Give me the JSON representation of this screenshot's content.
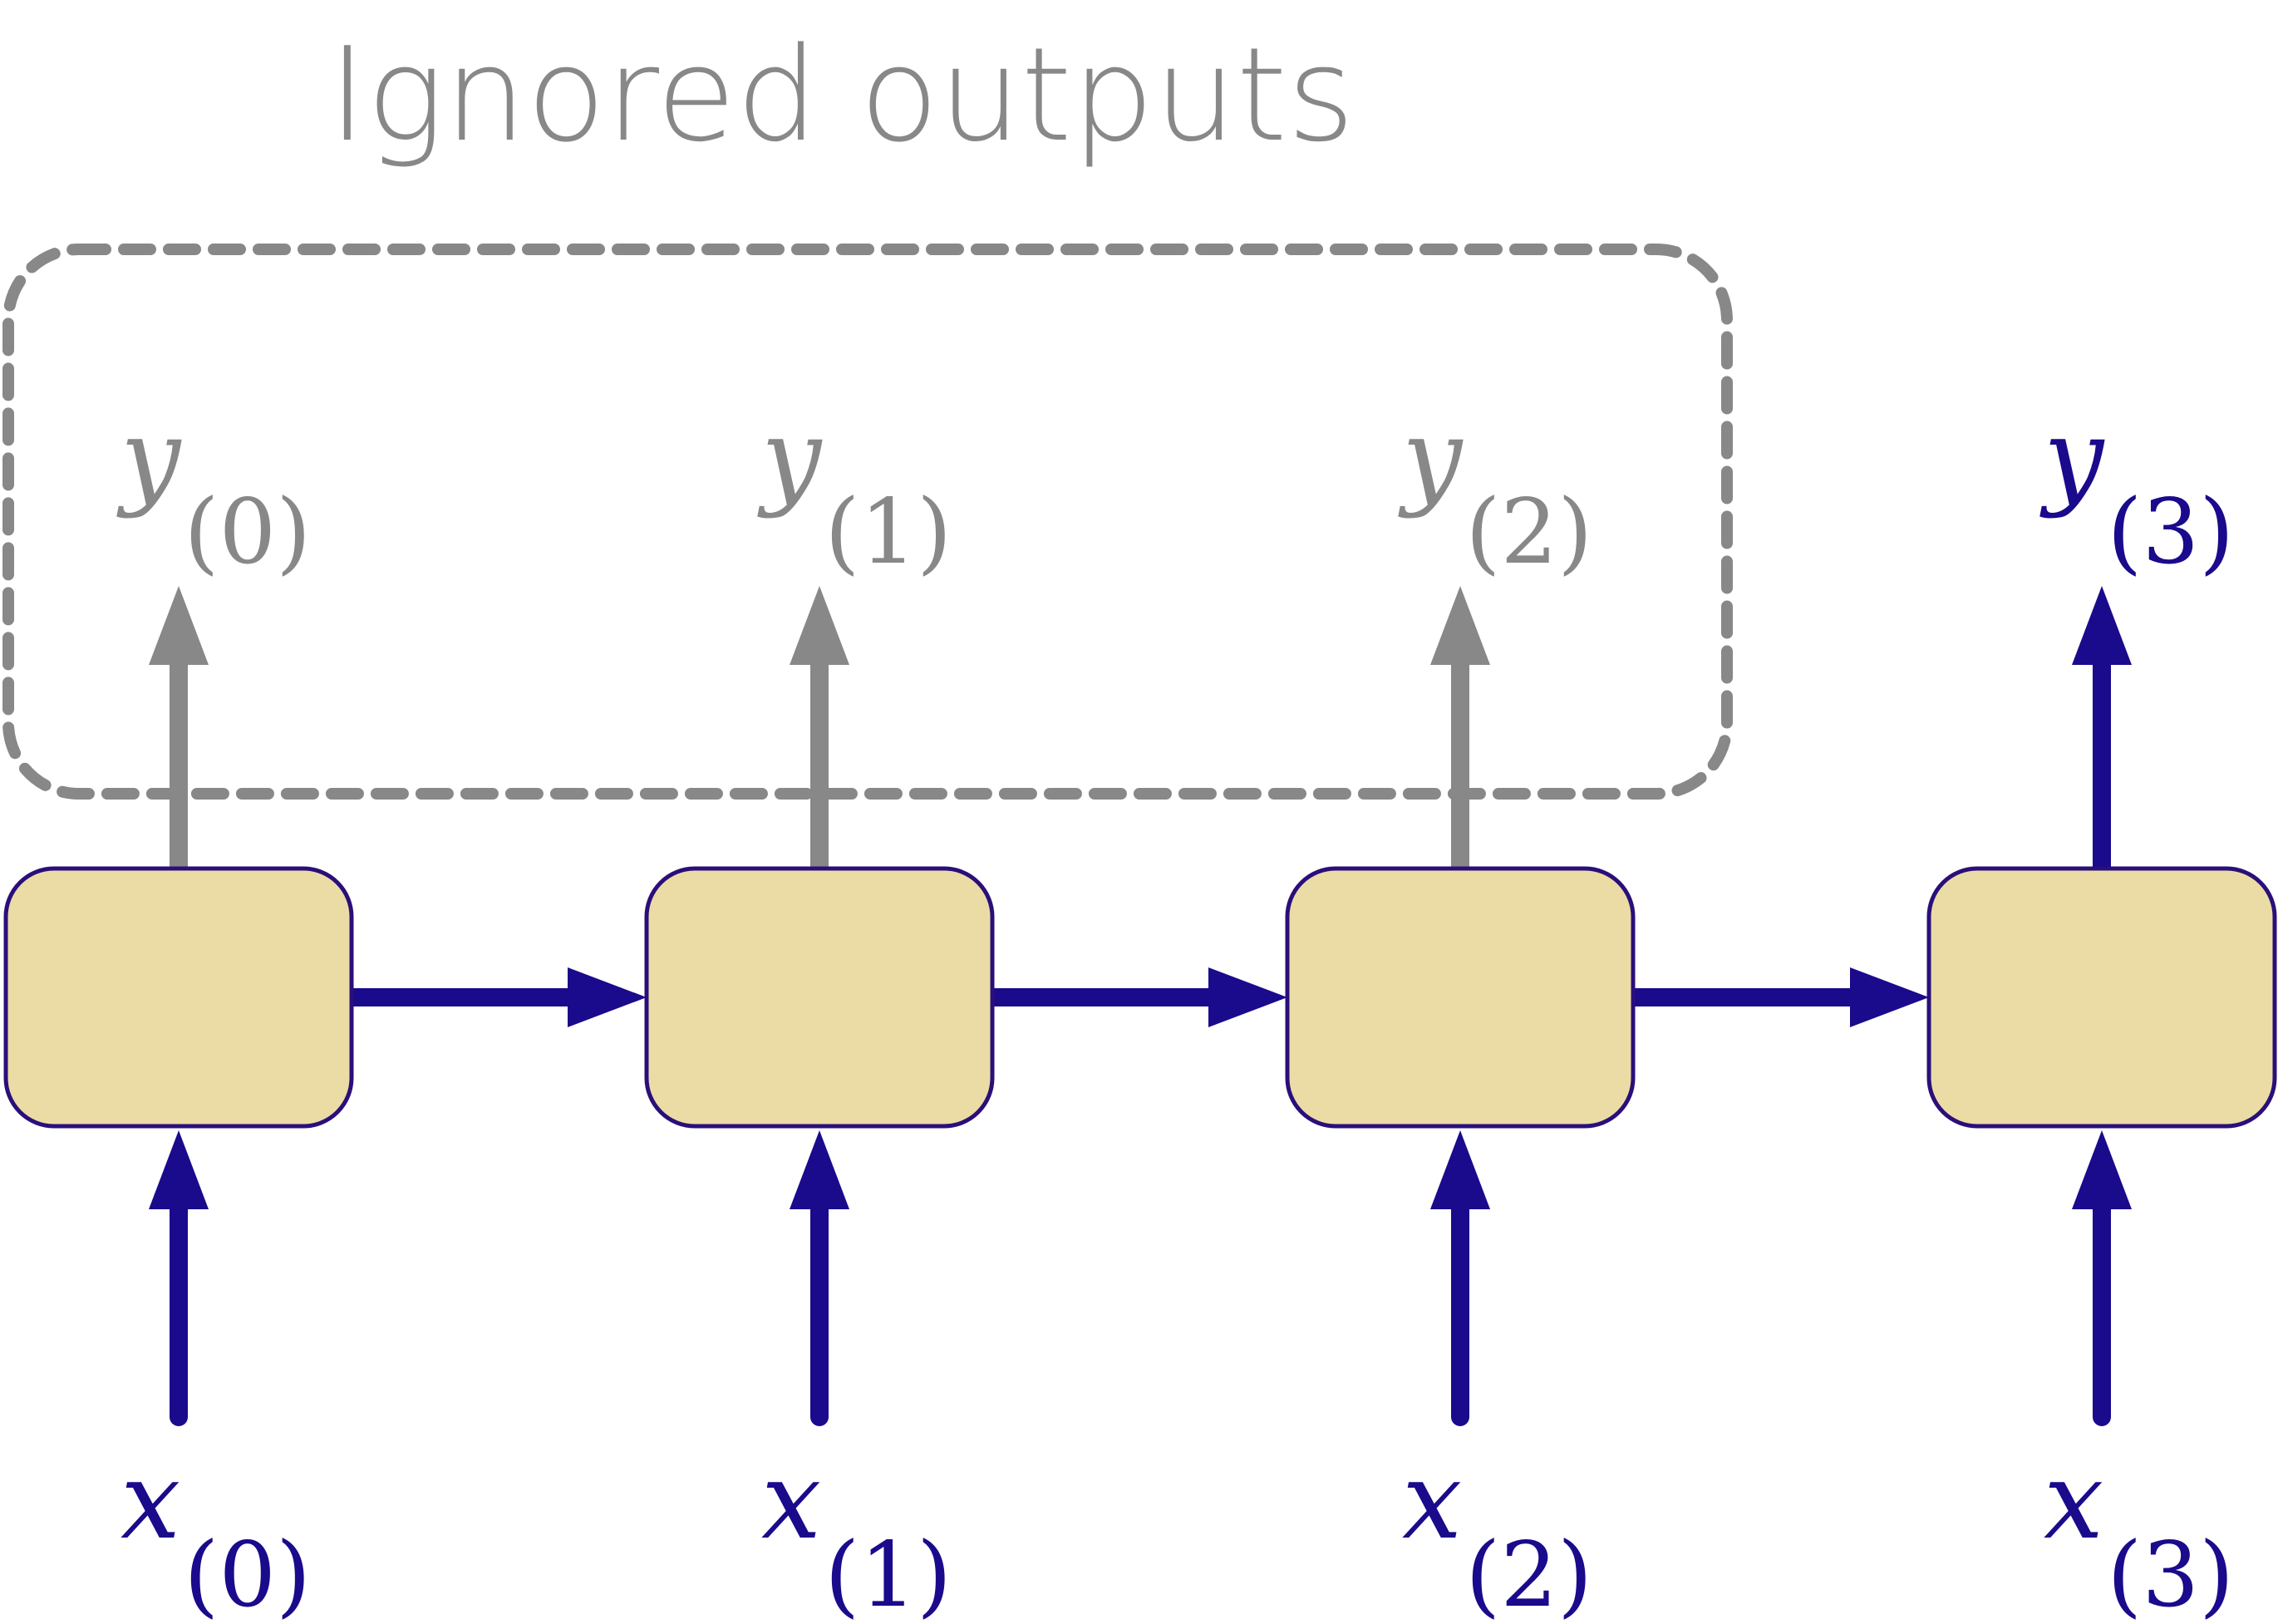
{
  "title": "Ignored outputs",
  "colors": {
    "accent": "#1a0a8c",
    "ignored": "#888888",
    "cell_fill": "#ebdca6",
    "cell_stroke": "#2a0f7a"
  },
  "icons": {
    "ignored_region": "dashed-rounded-rectangle",
    "arrow": "filled-arrowhead"
  },
  "cells": [
    {
      "output_letter": "y",
      "output_sub": "(0)",
      "input_letter": "x",
      "input_sub": "(0)",
      "ignored": true
    },
    {
      "output_letter": "y",
      "output_sub": "(1)",
      "input_letter": "x",
      "input_sub": "(1)",
      "ignored": true
    },
    {
      "output_letter": "y",
      "output_sub": "(2)",
      "input_letter": "x",
      "input_sub": "(2)",
      "ignored": true
    },
    {
      "output_letter": "y",
      "output_sub": "(3)",
      "input_letter": "x",
      "input_sub": "(3)",
      "ignored": false
    }
  ]
}
